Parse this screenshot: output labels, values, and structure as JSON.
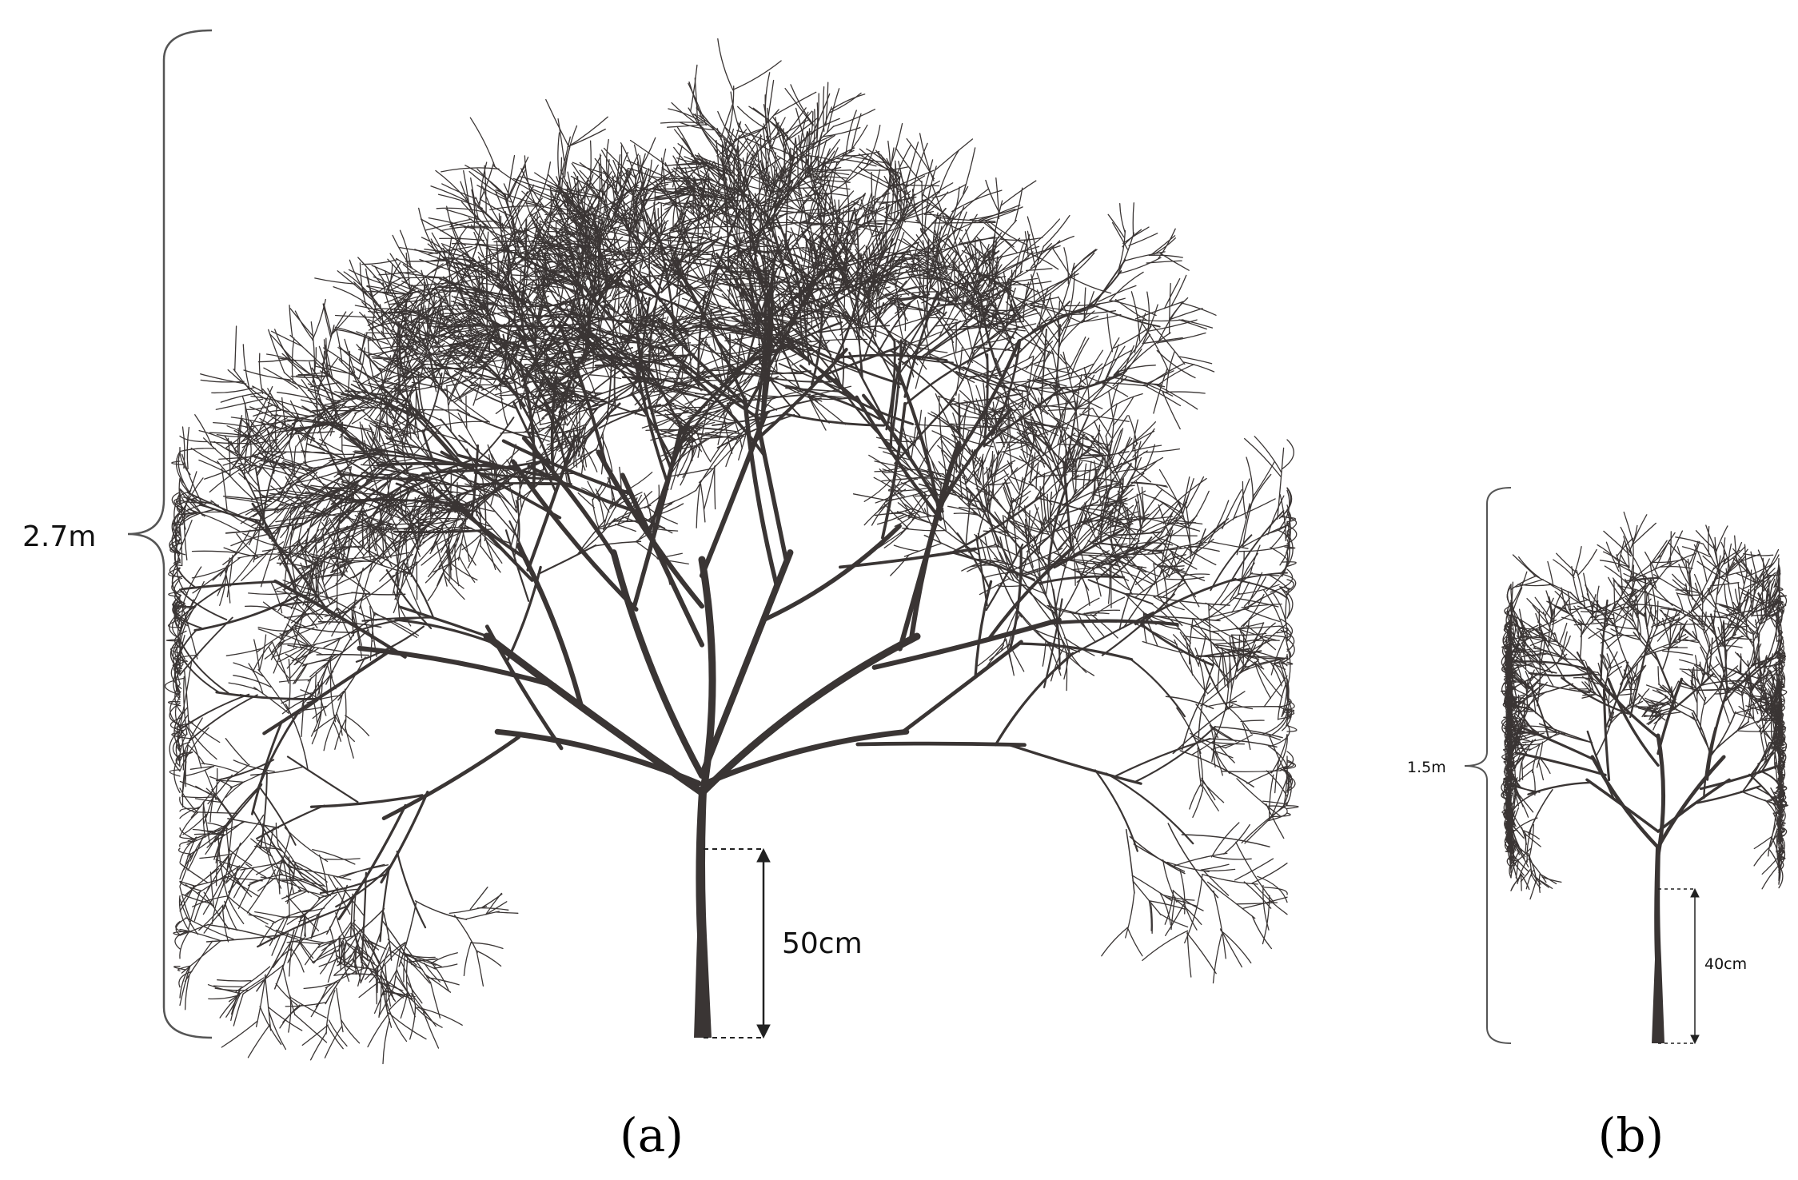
{
  "panels": [
    {
      "caption": "(a)",
      "tree_height_label": "2.7m",
      "trunk_height_label": "50cm"
    },
    {
      "caption": "(b)",
      "tree_height_label": "1.5m",
      "trunk_height_label": "40cm"
    }
  ],
  "colors": {
    "branch": "#3a3534",
    "annotation": "#222222",
    "bracket": "#555555"
  }
}
